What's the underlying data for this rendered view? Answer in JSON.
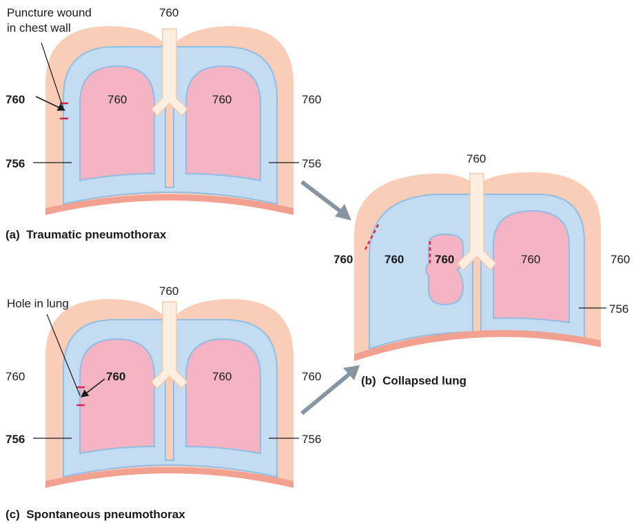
{
  "colors": {
    "chest_wall": "#f9cdb8",
    "pleural_cavity": "#c3dcf1",
    "pleura_line": "#8fbde3",
    "lung": "#f4b4c4",
    "lung_line": "#8fbde3",
    "trachea": "#fdeee2",
    "trachea_line": "#f4c8a8",
    "diaphragm": "#f2a090",
    "wound_mark": "#e0204c",
    "arrow": "#8795a0"
  },
  "icons": [
    "arrow-right-icon",
    "puncture-mark-icon"
  ],
  "panel_a": {
    "caption": "(a)  Traumatic pneumothorax",
    "annotation_line1": "Puncture wound",
    "annotation_line2": "in chest wall",
    "atmospheric": "760",
    "outside_right": "760",
    "left_lung": "760",
    "right_lung": "760",
    "intrapleural_left": "760",
    "pleural_left": "756",
    "pleural_right": "756"
  },
  "panel_b": {
    "caption": "(b)  Collapsed lung",
    "atmospheric": "760",
    "outside_left": "760",
    "pleural_collapsed": "760",
    "collapsed_lung": "760",
    "right_lung": "760",
    "outside_right": "760",
    "pleural_right": "756"
  },
  "panel_c": {
    "caption": "(c)  Spontaneous pneumothorax",
    "annotation": "Hole in lung",
    "atmospheric": "760",
    "outside_left": "760",
    "outside_right": "760",
    "left_lung": "760",
    "right_lung": "760",
    "pleural_left": "756",
    "pleural_right": "756"
  }
}
